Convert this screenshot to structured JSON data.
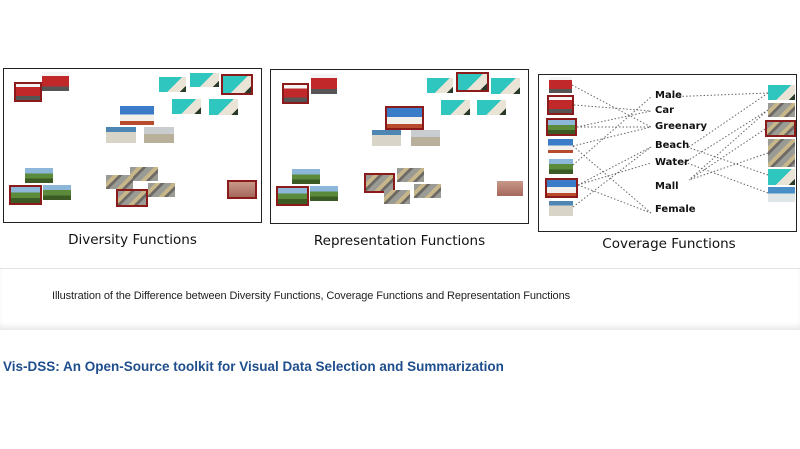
{
  "figure": {
    "panels": [
      {
        "id": "diversity",
        "caption": "Diversity Functions"
      },
      {
        "id": "representation",
        "caption": "Representation Functions"
      },
      {
        "id": "coverage",
        "caption": "Coverage Functions",
        "concepts": [
          "Male",
          "Car",
          "Greenary",
          "Beach",
          "Water",
          "Mall",
          "Female"
        ]
      }
    ],
    "highlight_color": "#8b1a1a"
  },
  "caption": {
    "text": "Illustration of the Difference between Diversity Functions, Coverage Functions and Representation Functions"
  },
  "section": {
    "title": "Vis-DSS: An Open-Source toolkit for Visual Data Selection and Summarization",
    "title_color": "#1f4e8c"
  }
}
